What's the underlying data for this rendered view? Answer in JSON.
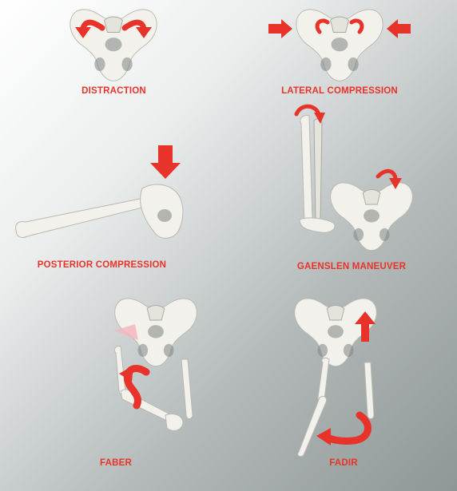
{
  "panels": [
    {
      "label": "DISTRACTION"
    },
    {
      "label": "LATERAL COMPRESSION"
    },
    {
      "label": "POSTERIOR COMPRESSION"
    },
    {
      "label": "GAENSLEN MANEUVER"
    },
    {
      "label": "FABER"
    },
    {
      "label": "FADIR"
    }
  ],
  "colors": {
    "arrow": "#e8332a",
    "label": "#e8332a",
    "bone": "#f2f1ec"
  }
}
